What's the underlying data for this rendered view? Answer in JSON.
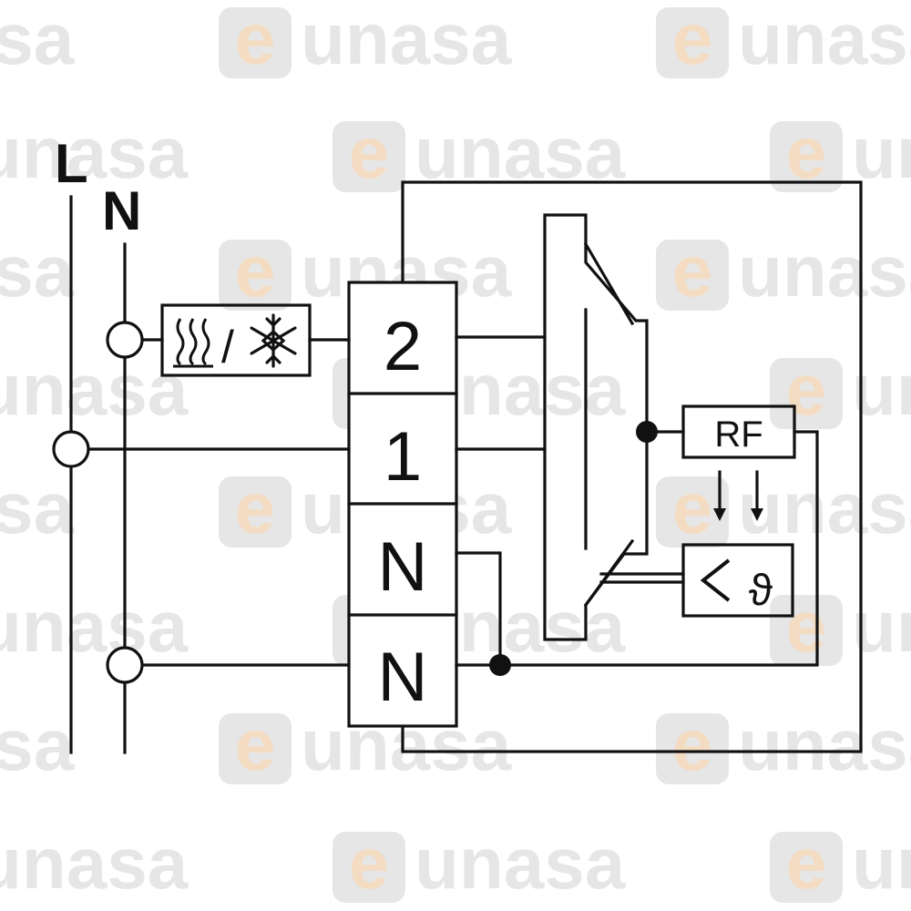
{
  "watermark": {
    "text": "eunasa",
    "letter_e": "e",
    "rest": "unasa",
    "color": "#e6e6e6",
    "accent_color": "#f4dcc3"
  },
  "supply": {
    "line_label": "L",
    "neutral_label": "N"
  },
  "terminals": [
    "2",
    "1",
    "N",
    "N"
  ],
  "load": {
    "symbols": [
      "heat-icon",
      "slash",
      "snowflake-icon"
    ],
    "separator": "/"
  },
  "rf_module": {
    "label": "RF"
  },
  "sensor": {
    "symbols": [
      "less-than-icon",
      "theta-icon"
    ],
    "less_than": "<",
    "theta": "ϑ"
  },
  "colors": {
    "line": "#111111",
    "background": "#ffffff"
  }
}
